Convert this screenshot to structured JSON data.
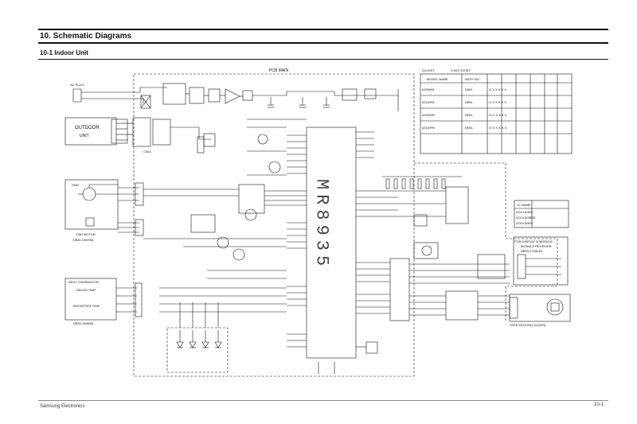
{
  "header": {
    "section_title": "10. Schematic Diagrams",
    "subsection_title": "10-1 Indoor Unit"
  },
  "footer": {
    "brand": "Samsung Electronics",
    "page_number": "10-1"
  },
  "schematic": {
    "board_label": "PCB MAIN",
    "outdoor_label": "OUTDOOR",
    "outdoor_sub": "UNIT",
    "fan_motor_label": "FAN MOTOR",
    "fan_motor_code": "DB31-00078B",
    "sensor_label": "ASSY THERMISTOR",
    "sensor_room": "INDOOR TEMP",
    "sensor_pipe": "INDOOR PIPE TEMP",
    "sensor_code": "DB32-00063D",
    "mcu_label": "MR8935",
    "display_label": "PCB-DISPLAY & MODULE",
    "display_sub": "MODULE RECEIVER",
    "display_code": "DB93-1728LB1",
    "step_motor_label": "STEP MOTOR(LOUVER)",
    "plug_label": "AC PLUG",
    "cnx_label": "CN11",
    "gnd_label": "GND"
  },
  "legend_table": {
    "legend_line1": "O:EXIST",
    "legend_line2": "X:NOT EXIST",
    "col_model": "MODEL NAME",
    "col_code": "ASSY NO",
    "rows": [
      {
        "model": "AS09HPA",
        "code": "DB93-",
        "marks": "O X X X X X"
      },
      {
        "model": "AS12HPA",
        "code": "DB93-",
        "marks": "O X X X X X"
      },
      {
        "model": "AS09HPB",
        "code": "DB93-",
        "marks": "O O X X X X"
      },
      {
        "model": "AS12HPB",
        "code": "DB93-",
        "marks": "O O X X X X"
      }
    ]
  },
  "ic_table": {
    "title": "IC NAME",
    "rows": [
      "IC01 KA7805",
      "IC02 KIA78R05",
      "IC03 KA2803"
    ]
  }
}
